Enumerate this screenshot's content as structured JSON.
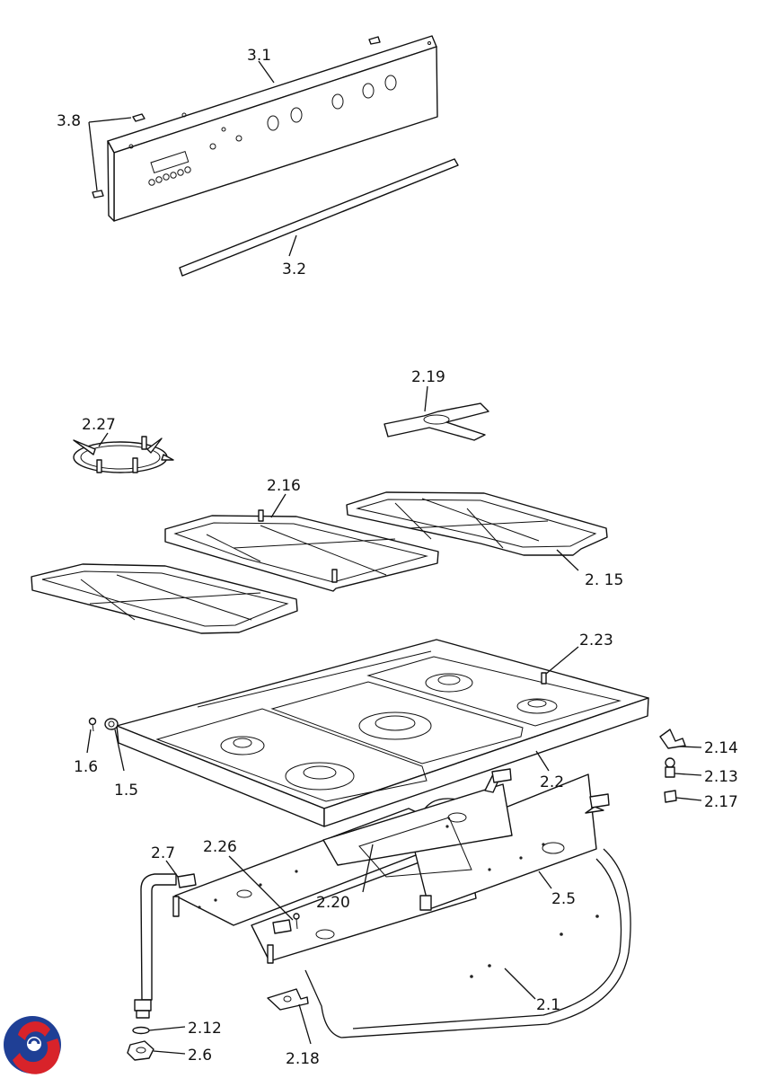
{
  "diagram": {
    "callouts": [
      {
        "id": "3.1",
        "text": "3.1"
      },
      {
        "id": "3.8",
        "text": "3.8"
      },
      {
        "id": "3.2",
        "text": "3.2"
      },
      {
        "id": "2.19",
        "text": "2.19"
      },
      {
        "id": "2.27",
        "text": "2.27"
      },
      {
        "id": "2.16",
        "text": "2.16"
      },
      {
        "id": "2.15",
        "text": "2. 15"
      },
      {
        "id": "2.23",
        "text": "2.23"
      },
      {
        "id": "1.6",
        "text": "1.6"
      },
      {
        "id": "1.5",
        "text": "1.5"
      },
      {
        "id": "2.2",
        "text": "2.2"
      },
      {
        "id": "2.14",
        "text": "2.14"
      },
      {
        "id": "2.13",
        "text": "2.13"
      },
      {
        "id": "2.17",
        "text": "2.17"
      },
      {
        "id": "2.7",
        "text": "2.7"
      },
      {
        "id": "2.26",
        "text": "2.26"
      },
      {
        "id": "2.20",
        "text": "2.20"
      },
      {
        "id": "2.5",
        "text": "2.5"
      },
      {
        "id": "2.1",
        "text": "2.1"
      },
      {
        "id": "2.12",
        "text": "2.12"
      },
      {
        "id": "2.18",
        "text": "2.18"
      },
      {
        "id": "2.6",
        "text": "2.6"
      }
    ]
  },
  "logo": {
    "colors": [
      "#1f3f95",
      "#d8232a"
    ]
  }
}
